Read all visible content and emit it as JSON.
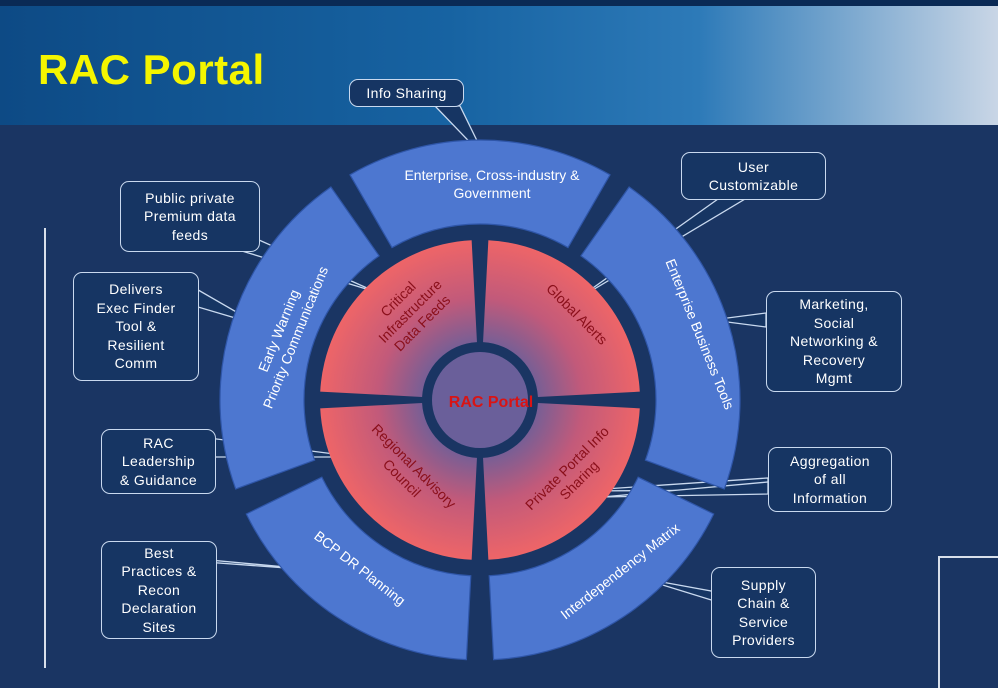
{
  "title": "RAC Portal",
  "colors": {
    "title": "#f5f500",
    "ring_segment": "#4d77d0",
    "inner_segment_outer": "#f26666",
    "inner_segment_inner": "#6a5f9a",
    "center_text": "#d91414"
  },
  "center": {
    "label": "RAC Portal"
  },
  "outer_ring": [
    {
      "label_lines": [
        "Enterprise, Cross-industry &",
        "Government"
      ]
    },
    {
      "label_lines": [
        "Enterprise Business Tools"
      ]
    },
    {
      "label_lines": [
        "Interdependency Matrix"
      ]
    },
    {
      "label_lines": [
        "BCP DR Planning"
      ]
    },
    {
      "label_lines": [
        "Early Warning",
        "Priority Communications"
      ]
    }
  ],
  "inner_ring": [
    {
      "label_lines": [
        "Critical",
        "Infrastructure",
        "Data Feeds"
      ]
    },
    {
      "label_lines": [
        "Global Alerts"
      ]
    },
    {
      "label_lines": [
        "Private Portal Info",
        "Sharing"
      ]
    },
    {
      "label_lines": [
        "Regional Advisory",
        "Council"
      ]
    }
  ],
  "callouts": {
    "info_sharing": "Info Sharing",
    "user_customizable": "User\nCustomizable",
    "public_private": "Public private\nPremium data\nfeeds",
    "delivers": "Delivers\nExec Finder\nTool &\nResilient\nComm",
    "marketing": "Marketing,\nSocial\nNetworking &\nRecovery\nMgmt",
    "rac_leadership": "RAC\nLeadership\n& Guidance",
    "aggregation": "Aggregation\nof all\nInformation",
    "best_practices": "Best\nPractices &\nRecon\nDeclaration\nSites",
    "supply_chain": "Supply\nChain  &\nService\nProviders"
  }
}
